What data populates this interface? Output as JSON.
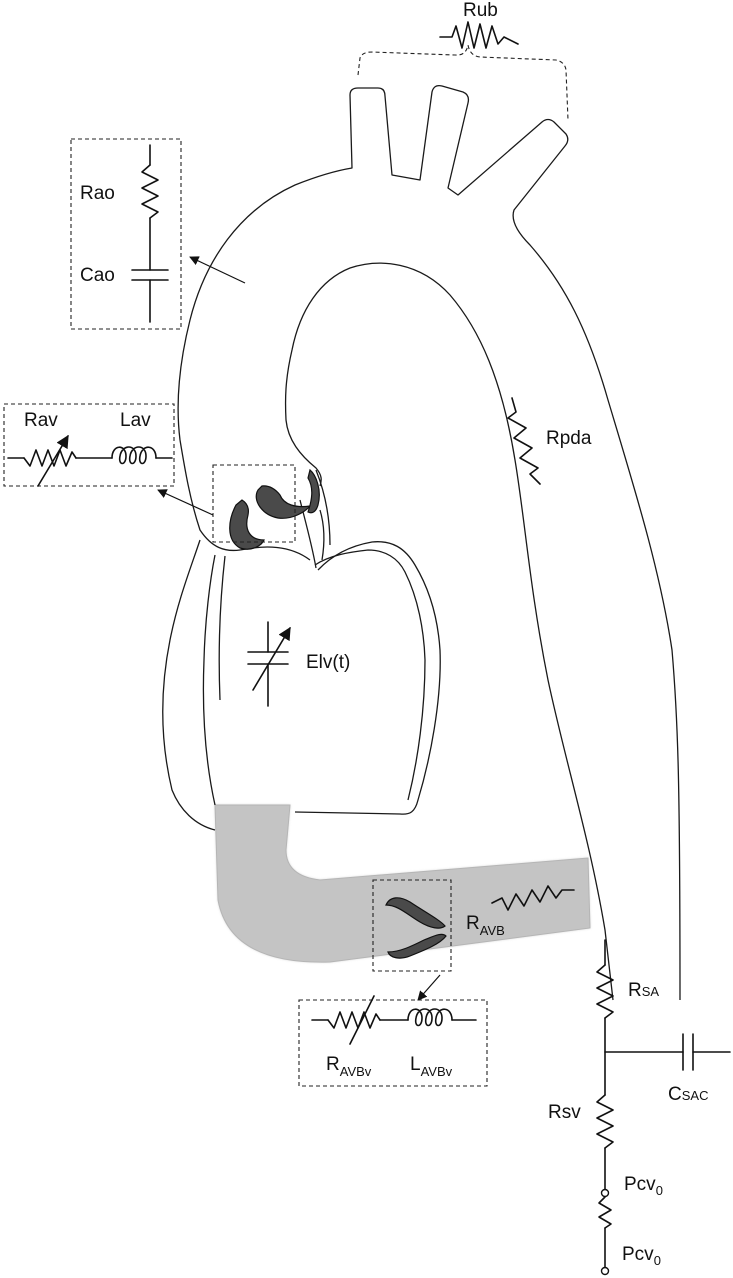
{
  "labels": {
    "rub": "Rub",
    "rao": "Rao",
    "cao": "Cao",
    "rav": "Rav",
    "lav": "Lav",
    "rpda": "Rpda",
    "elv": "Elv(t)",
    "ravb_main": "R",
    "ravb_sub": "AVB",
    "ravbv_main": "R",
    "ravbv_sub": "AVBv",
    "lavbv_main": "L",
    "lavbv_sub": "AVBv",
    "rsa_main": "R",
    "rsa_sub": "SA",
    "csac_main": "C",
    "csac_sub": "SAC",
    "rsv": "Rsv",
    "pcv_top_main": "Pcv",
    "pcv_top_sub": "0",
    "pcv_bottom_main": "Pcv",
    "pcv_bottom_sub": "0"
  },
  "colors": {
    "line": "#111111",
    "valve": "#4a4a4a",
    "bypass": "#c8c8c8"
  }
}
